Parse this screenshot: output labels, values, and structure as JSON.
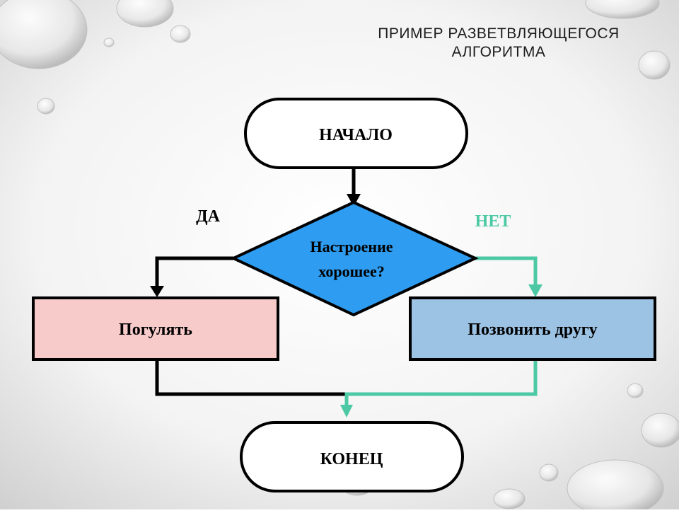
{
  "slide": {
    "title_line1": "ПРИМЕР РАЗВЕТВЛЯЮЩЕГОСЯ",
    "title_line2": "АЛГОРИТМА"
  },
  "flowchart": {
    "start": "НАЧАЛО",
    "condition_line1": "Настроение",
    "condition_line2": "хорошее?",
    "yes_label": "ДА",
    "no_label": "НЕТ",
    "yes_action": "Погулять",
    "no_action": "Позвонить другу",
    "end": "КОНЕЦ"
  },
  "colors": {
    "background_light": "#ffffff",
    "background_dark": "#d6d6d6",
    "diamond_fill": "#2e9cf0",
    "yes_box_fill": "#f8cbcb",
    "no_box_fill": "#9cc3e4",
    "no_branch": "#4cc9a4",
    "line": "#000000"
  }
}
